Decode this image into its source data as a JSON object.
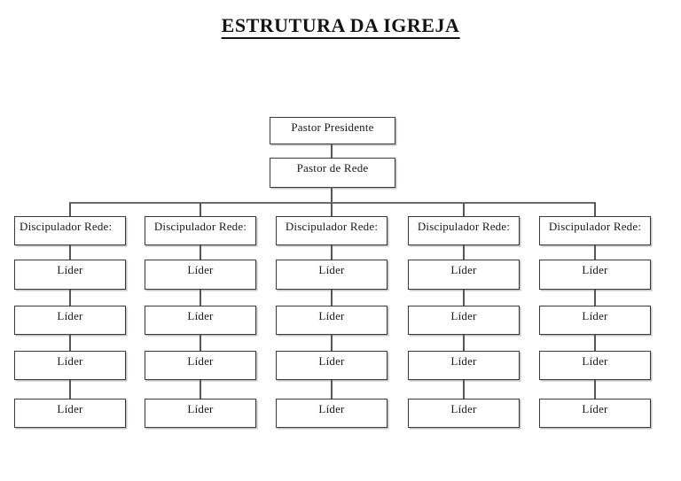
{
  "title": "ESTRUTURA DA IGREJA",
  "top_boxes": {
    "pastor_presidente": "Pastor Presidente",
    "pastor_de_rede": "Pastor de Rede"
  },
  "columns": [
    {
      "header": "Discipulador Rede:",
      "leaders": [
        "Líder",
        "Líder",
        "Líder",
        "Líder"
      ]
    },
    {
      "header": "Discipulador Rede:",
      "leaders": [
        "Líder",
        "Líder",
        "Líder",
        "Líder"
      ]
    },
    {
      "header": "Discipulador Rede:",
      "leaders": [
        "Líder",
        "Líder",
        "Líder",
        "Líder"
      ]
    },
    {
      "header": "Discipulador Rede:",
      "leaders": [
        "Líder",
        "Líder",
        "Líder",
        "Líder"
      ]
    },
    {
      "header": "Discipulador Rede:",
      "leaders": [
        "Líder",
        "Líder",
        "Líder",
        "Líder"
      ]
    }
  ],
  "colors": {
    "background": "#ffffff",
    "box_border": "#3a3a3a",
    "connector": "#555555",
    "text": "#1a1a1a"
  }
}
